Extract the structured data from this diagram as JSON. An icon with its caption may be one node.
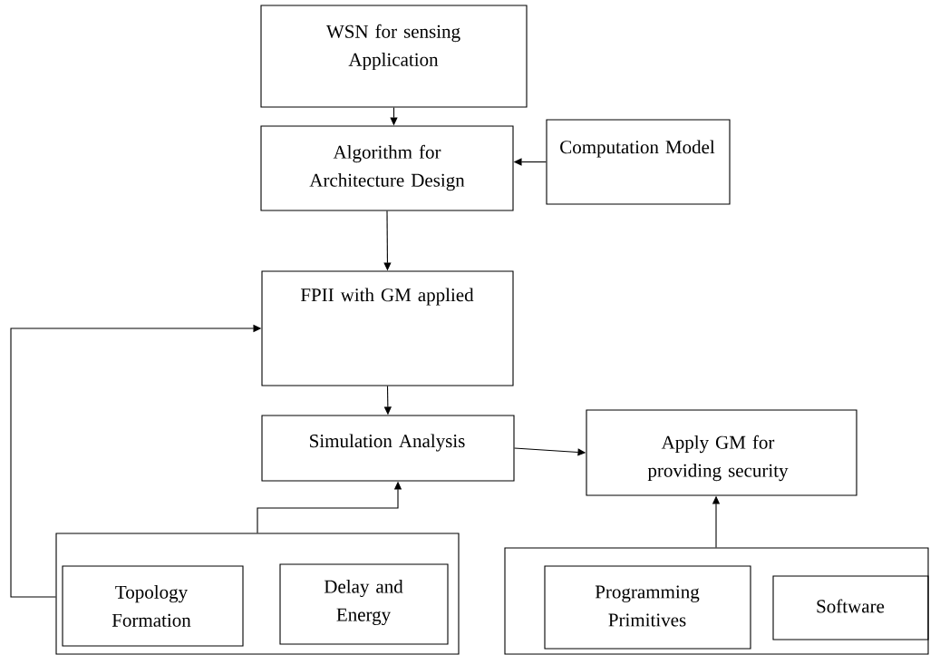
{
  "diagram": {
    "nodes": [
      {
        "text": [
          "WSN for sensing Application"
        ]
      },
      {
        "text": [
          "Algorithm for Architecture Design"
        ]
      },
      {
        "text": [
          "Computation Model"
        ]
      },
      {
        "text": [
          "FPII with GM applied"
        ]
      },
      {
        "text": [
          "Simulation Analysis"
        ]
      },
      {
        "text": [
          "Apply GM for providing security"
        ]
      },
      {
        "text": [],
        "shape": "box"
      },
      {
        "text": [
          "Topology Formation"
        ],
        "in": 6
      },
      {
        "text": [
          "Delay and Energy"
        ],
        "in": 6
      },
      {
        "text": [],
        "shape": "box"
      },
      {
        "text": [
          "Programming Primitives"
        ],
        "in": 9
      },
      {
        "text": [
          "Software"
        ],
        "in": 9
      }
    ],
    "edges": [
      {
        "from": 0,
        "to": 1,
        "arrow": "to"
      },
      {
        "from": 2,
        "to": 1,
        "arrow": "to"
      },
      {
        "from": 1,
        "to": 3,
        "arrow": "to"
      },
      {
        "from": 3,
        "to": 4,
        "arrow": "to"
      },
      {
        "from": 4,
        "to": 5,
        "arrow": "to"
      },
      {
        "from": 6,
        "to": 4,
        "arrow": "to"
      },
      {
        "from": 6,
        "to": 3,
        "arrow": "to"
      },
      {
        "from": 9,
        "to": 5,
        "arrow": "to"
      }
    ]
  }
}
